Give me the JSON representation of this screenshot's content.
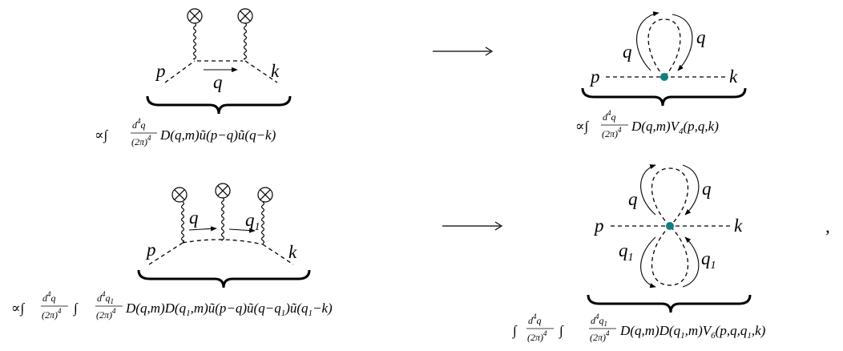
{
  "diagrams": {
    "d1": {
      "left": "p",
      "right": "k",
      "momentum": "q"
    },
    "d2": {
      "left": "p",
      "right": "k",
      "loop_left": "q",
      "loop_right": "q"
    },
    "d3": {
      "left": "p",
      "right": "k",
      "m1": "q",
      "m2": "q",
      "m2_sub": "1"
    },
    "d4": {
      "left": "p",
      "right": "k",
      "top_left": "q",
      "top_right": "q",
      "bot_left": "q",
      "bot_right": "q",
      "sub": "1"
    }
  },
  "formulas": {
    "f1": {
      "prop": "∝∫",
      "num": "d",
      "sup": "4",
      "var": "q",
      "den": "(2π)",
      "den_sup": "4",
      "body": "D(q,m)ũ(p−q)ũ(q−k)"
    },
    "f2": {
      "prop": "∝∫",
      "num": "d",
      "sup": "4",
      "var": "q",
      "den": "(2π)",
      "den_sup": "4",
      "body": "D(q,m)V",
      "body_sub": "4",
      "body_end": "(p,q,k)"
    }
  },
  "comma": ",",
  "colors": {
    "vertex": "#117f7f",
    "line": "#000000"
  }
}
